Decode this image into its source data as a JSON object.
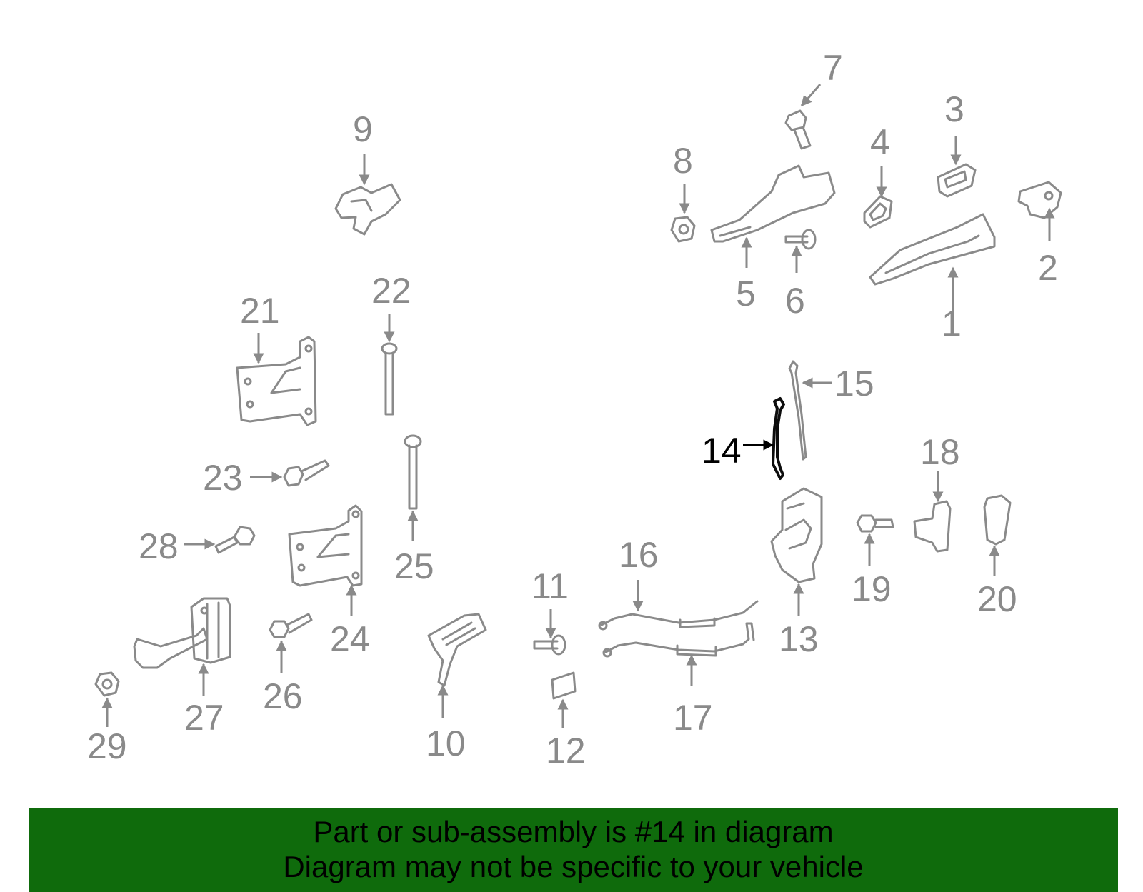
{
  "diagram": {
    "highlighted_part": "14",
    "highlight_color": "#000000",
    "part_color": "#8a8a8a",
    "callouts": [
      {
        "id": "1",
        "label": "1"
      },
      {
        "id": "2",
        "label": "2"
      },
      {
        "id": "3",
        "label": "3"
      },
      {
        "id": "4",
        "label": "4"
      },
      {
        "id": "5",
        "label": "5"
      },
      {
        "id": "6",
        "label": "6"
      },
      {
        "id": "7",
        "label": "7"
      },
      {
        "id": "8",
        "label": "8"
      },
      {
        "id": "9",
        "label": "9"
      },
      {
        "id": "10",
        "label": "10"
      },
      {
        "id": "11",
        "label": "11"
      },
      {
        "id": "12",
        "label": "12"
      },
      {
        "id": "13",
        "label": "13"
      },
      {
        "id": "14",
        "label": "14"
      },
      {
        "id": "15",
        "label": "15"
      },
      {
        "id": "16",
        "label": "16"
      },
      {
        "id": "17",
        "label": "17"
      },
      {
        "id": "18",
        "label": "18"
      },
      {
        "id": "19",
        "label": "19"
      },
      {
        "id": "20",
        "label": "20"
      },
      {
        "id": "21",
        "label": "21"
      },
      {
        "id": "22",
        "label": "22"
      },
      {
        "id": "23",
        "label": "23"
      },
      {
        "id": "24",
        "label": "24"
      },
      {
        "id": "25",
        "label": "25"
      },
      {
        "id": "26",
        "label": "26"
      },
      {
        "id": "27",
        "label": "27"
      },
      {
        "id": "28",
        "label": "28"
      },
      {
        "id": "29",
        "label": "29"
      }
    ]
  },
  "banner": {
    "line1": "Part or sub-assembly is #14 in diagram",
    "line2": "Diagram may not be specific to your vehicle",
    "background": "#0f6b0c"
  }
}
